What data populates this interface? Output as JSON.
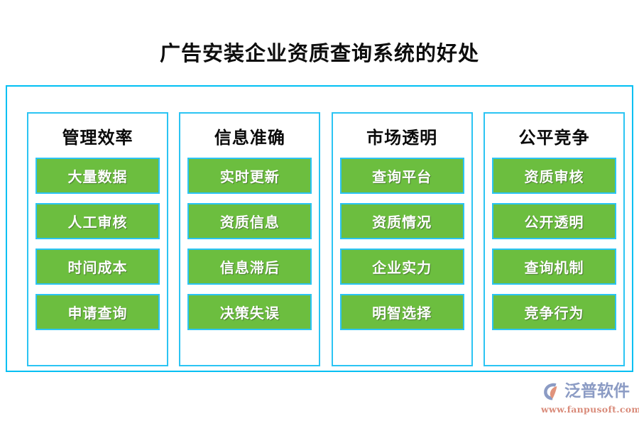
{
  "title": "广告安装企业资质查询系统的好处",
  "colors": {
    "border_cyan": "#00bff3",
    "box_green": "#6cbe3f",
    "title_text": "#0d0d0d",
    "item_text": "#ffffff",
    "logo_blue": "#8b9bc4",
    "logo_orange": "#d98b7a"
  },
  "columns": [
    {
      "heading": "管理效率",
      "items": [
        "大量数据",
        "人工审核",
        "时间成本",
        "申请查询"
      ]
    },
    {
      "heading": "信息准确",
      "items": [
        "实时更新",
        "资质信息",
        "信息滞后",
        "决策失误"
      ]
    },
    {
      "heading": "市场透明",
      "items": [
        "查询平台",
        "资质情况",
        "企业实力",
        "明智选择"
      ]
    },
    {
      "heading": "公平竞争",
      "items": [
        "资质审核",
        "公开透明",
        "查询机制",
        "竞争行为"
      ]
    }
  ],
  "logo": {
    "brand": "泛普软件",
    "url": "www.fanpusoft.com"
  }
}
